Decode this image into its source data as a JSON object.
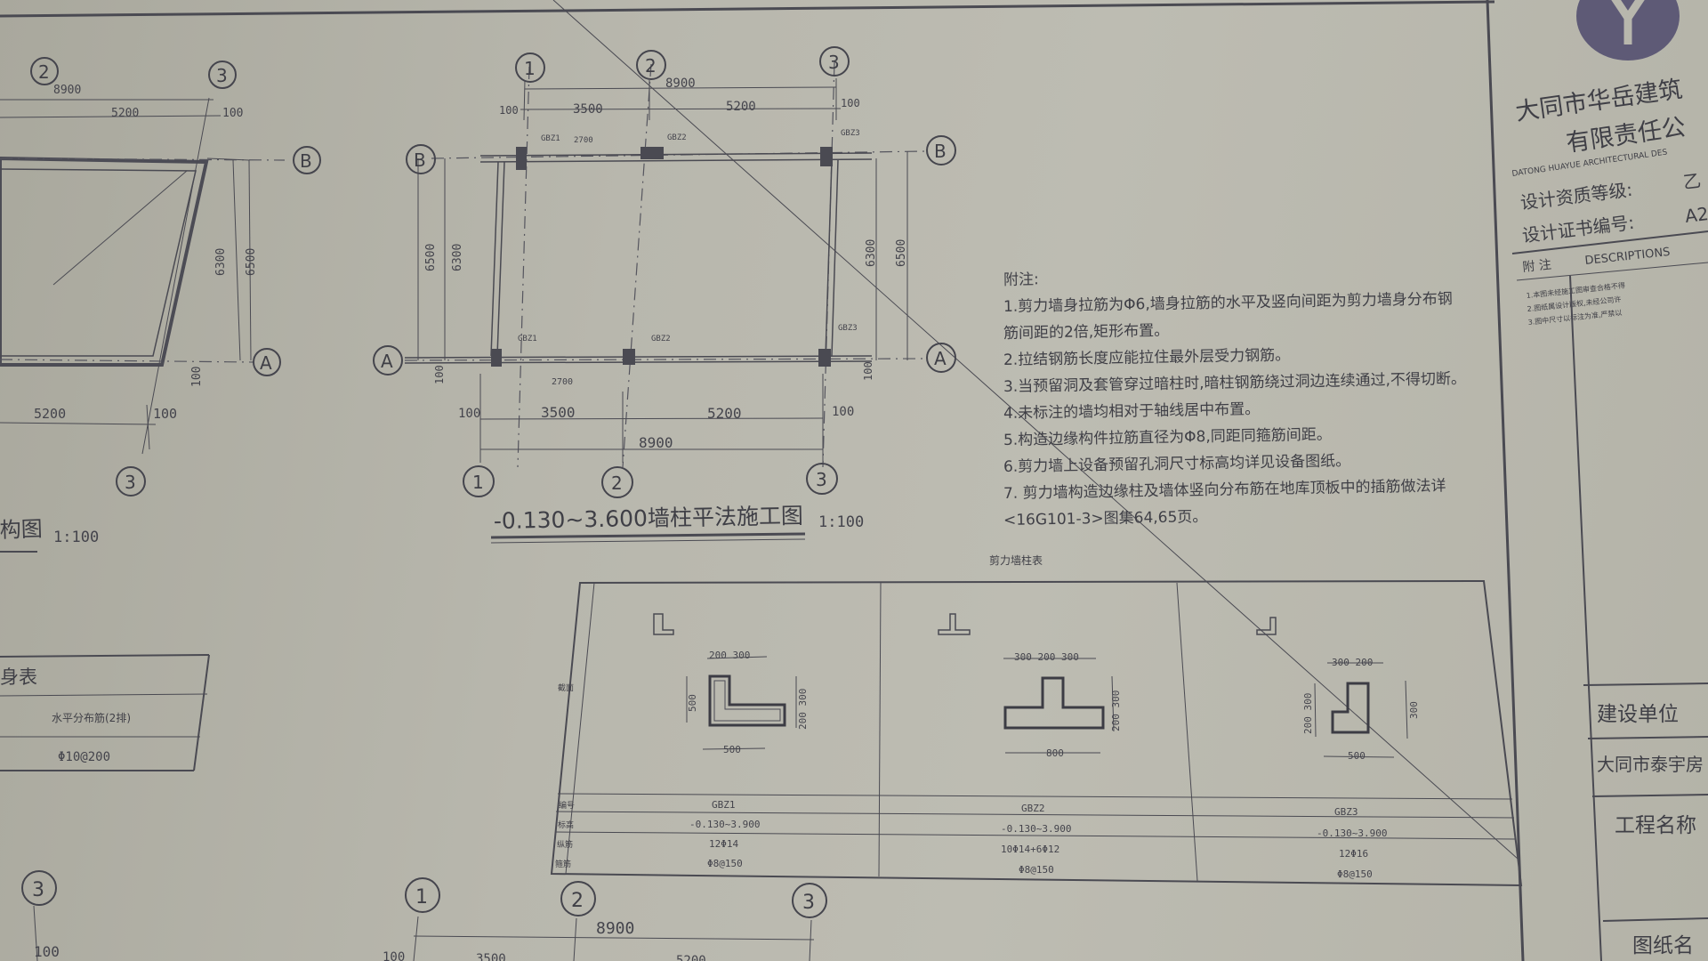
{
  "drawing": {
    "main_title": "-0.130~3.600墙柱平法施工图",
    "main_scale": "1:100",
    "left_title_fragment": "构图",
    "left_scale": "1:100",
    "grids": {
      "num1": "1",
      "num2": "2",
      "num3": "3",
      "letA": "A",
      "letB": "B"
    },
    "dims": {
      "total": "8900",
      "span1": "3500",
      "span2": "5200",
      "edge": "100",
      "bay": "6300",
      "bay_out": "6500",
      "wall_sub": "2700"
    },
    "column_tags": {
      "c1": "GBZ1",
      "c2": "GBZ2",
      "c3": "GBZ3"
    }
  },
  "left_table": {
    "title_fragment": "身表",
    "header": "水平分布筋(2排)",
    "value": "Φ10@200"
  },
  "notes": {
    "heading": "附注:",
    "items": [
      "1.剪力墙身拉筋为Φ6,墙身拉筋的水平及竖向间距为剪力墙身分布钢",
      "筋间距的2倍,矩形布置。",
      "2.拉结钢筋长度应能拉住最外层受力钢筋。",
      "3.当预留洞及套管穿过暗柱时,暗柱钢筋绕过洞边连续通过,不得切断。",
      "4.未标注的墙均相对于轴线居中布置。",
      "5.构造边缘构件拉筋直径为Φ8,同距同箍筋间距。",
      "6.剪力墙上设备预留孔洞尺寸标高均详见设备图纸。",
      "7. 剪力墙构造边缘柱及墙体竖向分布筋在地库顶板中的插筋做法详",
      "<16G101-3>图集64,65页。"
    ],
    "table_caption": "剪力墙柱表"
  },
  "column_table": {
    "row_labels": [
      "截面",
      "编号",
      "标高",
      "纵筋",
      "箍筋"
    ],
    "columns": [
      {
        "dims_top": "200  300",
        "dim_side": "500",
        "dim_side2": "200  300",
        "dim_bottom": "500",
        "id": "GBZ1",
        "elev": "-0.130~3.900",
        "long": "12Φ14",
        "stir": "Φ8@150"
      },
      {
        "dims_top": "300  200  300",
        "dim_side": "200  300",
        "dim_bottom": "800",
        "id": "GBZ2",
        "elev": "-0.130~3.900",
        "long": "10Φ14+6Φ12",
        "stir": "Φ8@150"
      },
      {
        "dims_top": "300  200",
        "dim_side": "300",
        "dim_side2": "200  300",
        "dim_bottom": "500",
        "id": "GBZ3",
        "elev": "-0.130~3.900",
        "long": "12Φ16",
        "stir": "Φ8@150"
      }
    ]
  },
  "title_block": {
    "company_line1": "大同市华岳建筑",
    "company_line2": "有限责任公",
    "company_en": "DATONG HUAYUE ARCHITECTURAL DES",
    "qual_label": "设计资质等级:",
    "qual_value": "乙",
    "cert_label": "设计证书编号:",
    "cert_value": "A2",
    "desc_label": "附 注",
    "desc_en": "DESCRIPTIONS",
    "desc_lines": [
      "1.本图未经施工图审查合格不得",
      "2.图纸属设计版权,未经公司许",
      "3.图中尺寸以标注为准,严禁以"
    ],
    "owner_label": "建设单位",
    "owner_value": "大同市泰宇房",
    "project_label": "工程名称",
    "drawing_label": "图纸名"
  },
  "bottom_plan": {
    "dim_total": "8900",
    "edge": "100",
    "span1": "3500",
    "span2": "5200"
  }
}
